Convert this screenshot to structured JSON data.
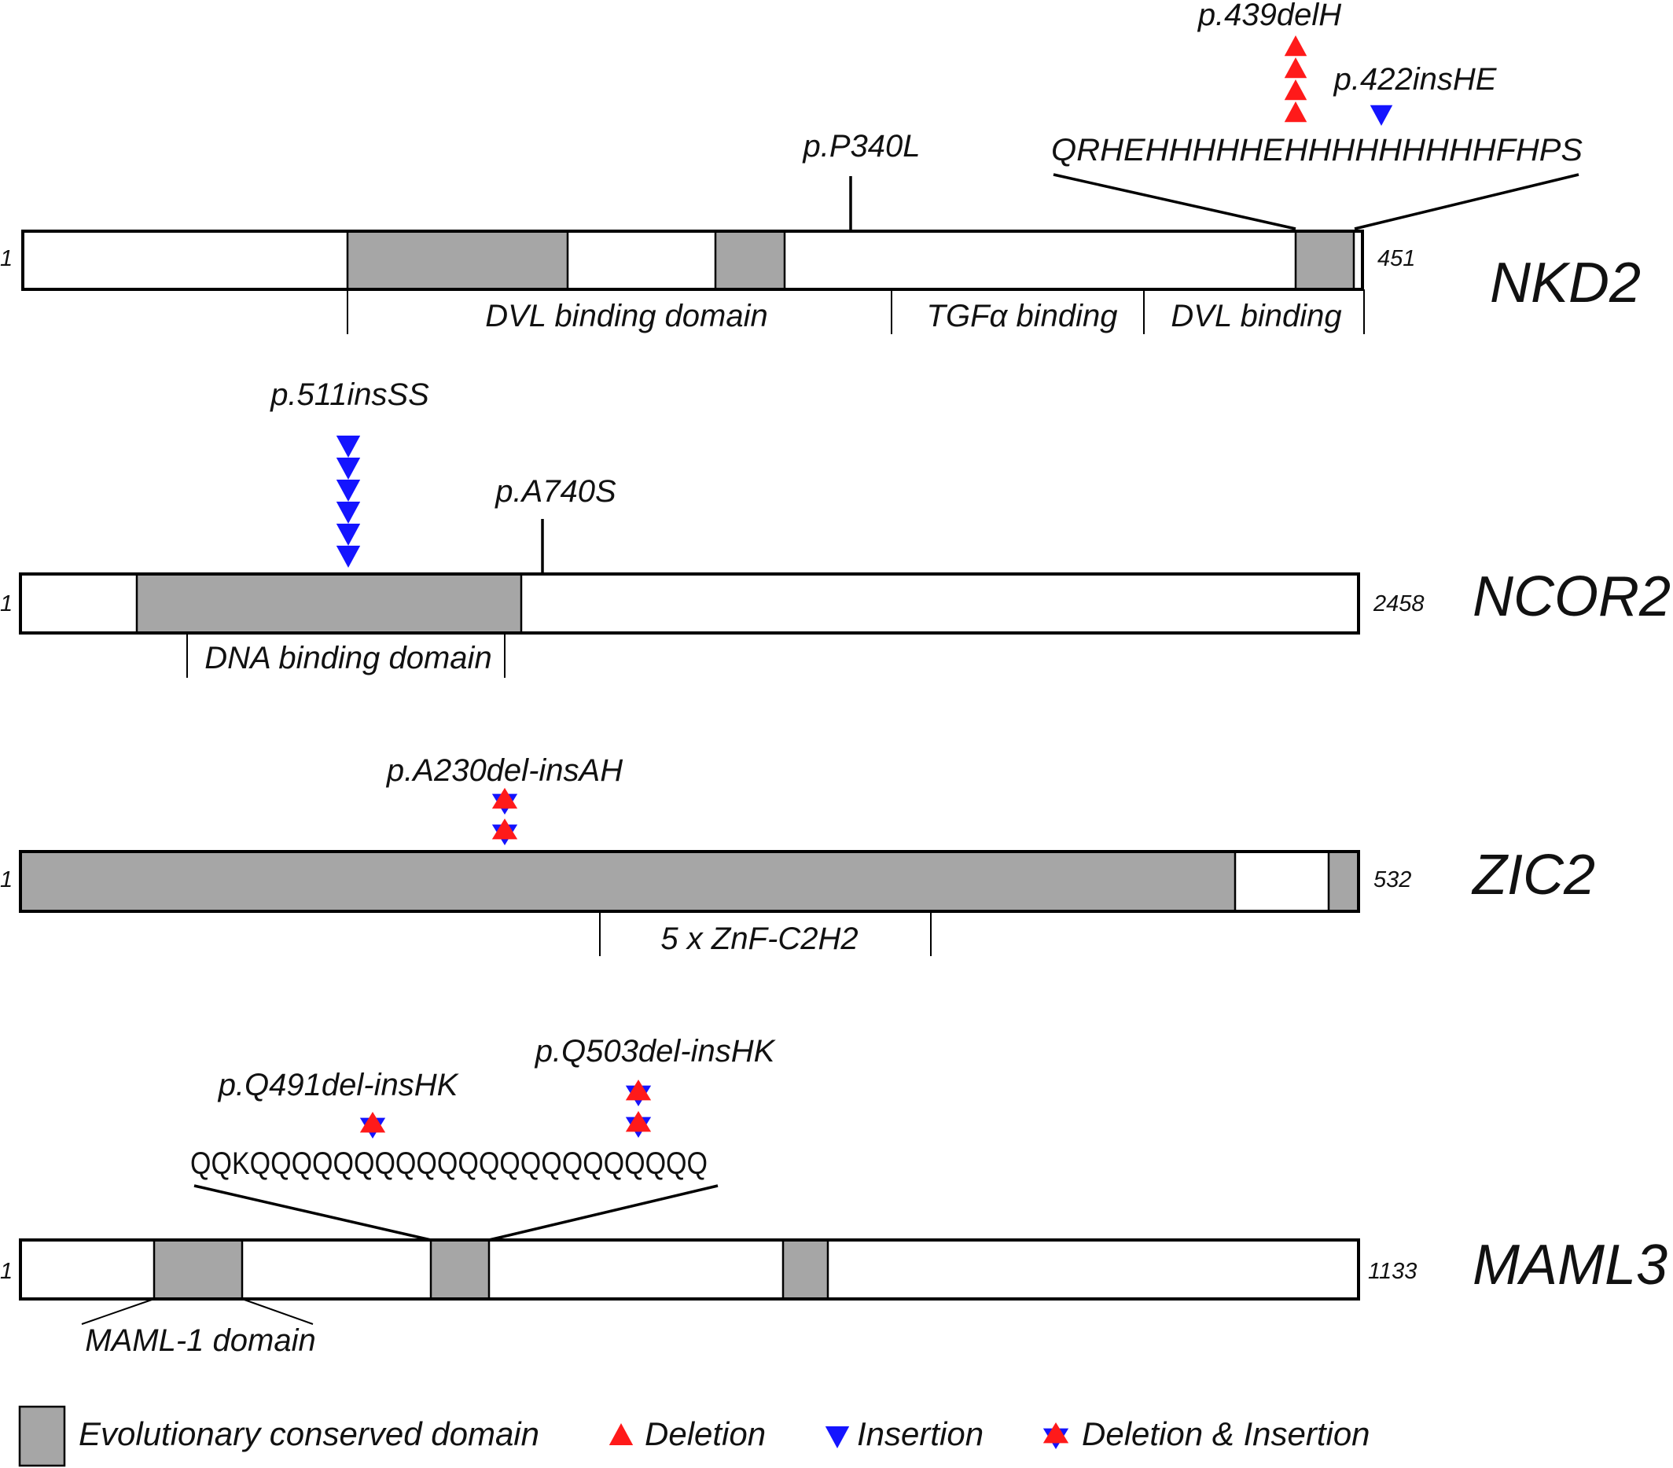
{
  "colors": {
    "conserved_domain": "#a6a6a6",
    "deletion": "#ff1a1a",
    "insertion": "#1414ff",
    "outline": "#000000"
  },
  "genes": {
    "nkd2": {
      "name": "NKD2",
      "start": "1",
      "end": "451",
      "sequence": "QRHEHHHHHEHHHHHHHHHFHPS",
      "mutations": {
        "p439delH": "p.439delH",
        "p422insHE": "p.422insHE",
        "p340L": "p.P340L"
      },
      "domains": {
        "dvl_binding_domain": "DVL binding domain",
        "tgfa_binding": "TGFα binding",
        "dvl_binding": "DVL binding"
      }
    },
    "ncor2": {
      "name": "NCOR2",
      "start": "1",
      "end": "2458",
      "mutations": {
        "p511insSS": "p.511insSS",
        "pA740S": "p.A740S"
      },
      "domains": {
        "dna_binding_domain": "DNA binding domain"
      }
    },
    "zic2": {
      "name": "ZIC2",
      "start": "1",
      "end": "532",
      "mutations": {
        "pA230delinsAH": "p.A230del-insAH"
      },
      "domains": {
        "znf": "5 x ZnF-C2H2"
      }
    },
    "maml3": {
      "name": "MAML3",
      "start": "1",
      "end": "1133",
      "sequence": "QQKQQQQQQQQQQQQQQQQQQQQQQ",
      "mutations": {
        "pQ491delinsHK": "p.Q491del-insHK",
        "pQ503delinsHK": "p.Q503del-insHK"
      },
      "domains": {
        "maml1_domain": "MAML-1 domain"
      }
    }
  },
  "legend": {
    "conserved": "Evolutionary conserved  domain",
    "deletion": "Deletion",
    "insertion": "Insertion",
    "del_ins": "Deletion & Insertion"
  },
  "icons": {
    "deletion": "red-up-triangle",
    "insertion": "blue-down-triangle",
    "del_ins": "red-blue-star"
  },
  "mutation_counts": {
    "p439delH": 4,
    "p422insHE": 1,
    "p511insSS": 6,
    "pA230delinsAH": 2,
    "pQ491delinsHK": 1,
    "pQ503delinsHK": 2
  }
}
